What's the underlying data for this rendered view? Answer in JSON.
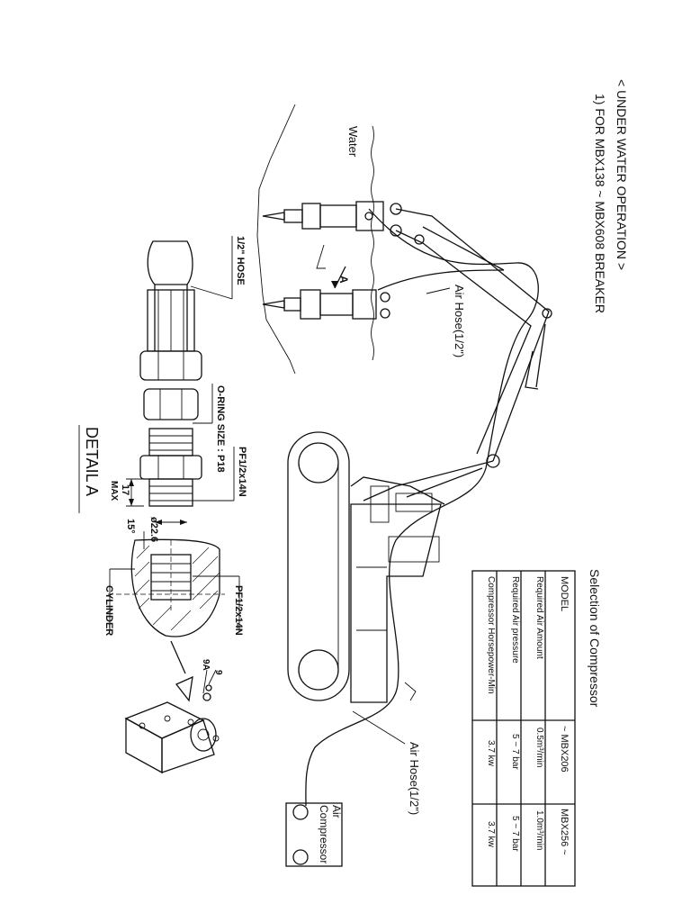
{
  "header": {
    "heading": "< UNDER WATER OPERATION >",
    "subheading": "1) FOR MBX138 ~ MBX608 BREAKER"
  },
  "labels": {
    "water": "Water",
    "air_hose_upper": "Air Hose(1/2\")",
    "air_hose_lower": "Air Hose(1/2\")",
    "air_compressor_line1": "Air",
    "air_compressor_line2": "Compressor",
    "detail_marker": "A",
    "hose_callout": "1/2\" HOSE",
    "oring_callout": "O-RING SIZE : P18",
    "thread_callout_1": "PF1/2x14N",
    "thread_callout_2": "PF1/2x14N",
    "max_value": "17",
    "max_label": "MAX",
    "angle": "15°",
    "diameter": "ø22.6",
    "cylinder": "CYLINDER",
    "part_9a": "9A",
    "part_9": "9",
    "detail_title": "DETAIL  A"
  },
  "compressor_table": {
    "title": "Selection of Compressor",
    "columns": [
      "MODEL",
      "~ MBX206",
      "MBX256 ~"
    ],
    "rows": [
      {
        "label": "Required Air Amount",
        "c1": "0.5m³/min",
        "c2": "1.0m³/min"
      },
      {
        "label": "Required Air pressure",
        "c1": "5 ~ 7 bar",
        "c2": "5 ~ 7 bar"
      },
      {
        "label": "Compressor Horsepower-Min",
        "c1": "3.7 kw",
        "c2": "3.7 kw"
      }
    ]
  }
}
